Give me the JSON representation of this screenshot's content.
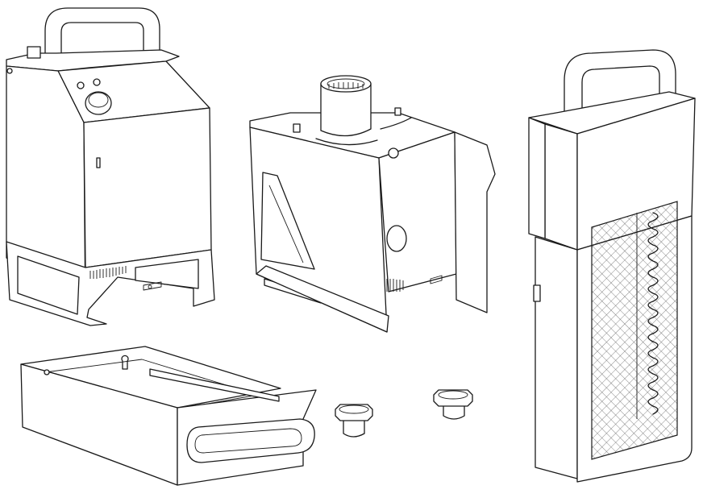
{
  "figure": {
    "kind": "exploded line drawing",
    "parts": [
      {
        "id": "housing-unit",
        "icon": "control-housing-icon"
      },
      {
        "id": "gear-bracket-assembly",
        "icon": "gear-bracket-icon"
      },
      {
        "id": "filter-cartridge",
        "icon": "filter-cartridge-icon"
      },
      {
        "id": "collection-tray",
        "icon": "tray-icon"
      },
      {
        "id": "knob-left",
        "icon": "knob-icon"
      },
      {
        "id": "knob-right",
        "icon": "knob-icon"
      }
    ],
    "colors": {
      "line": "#1a1a1a",
      "background": "#ffffff",
      "mesh": "#555555"
    }
  }
}
